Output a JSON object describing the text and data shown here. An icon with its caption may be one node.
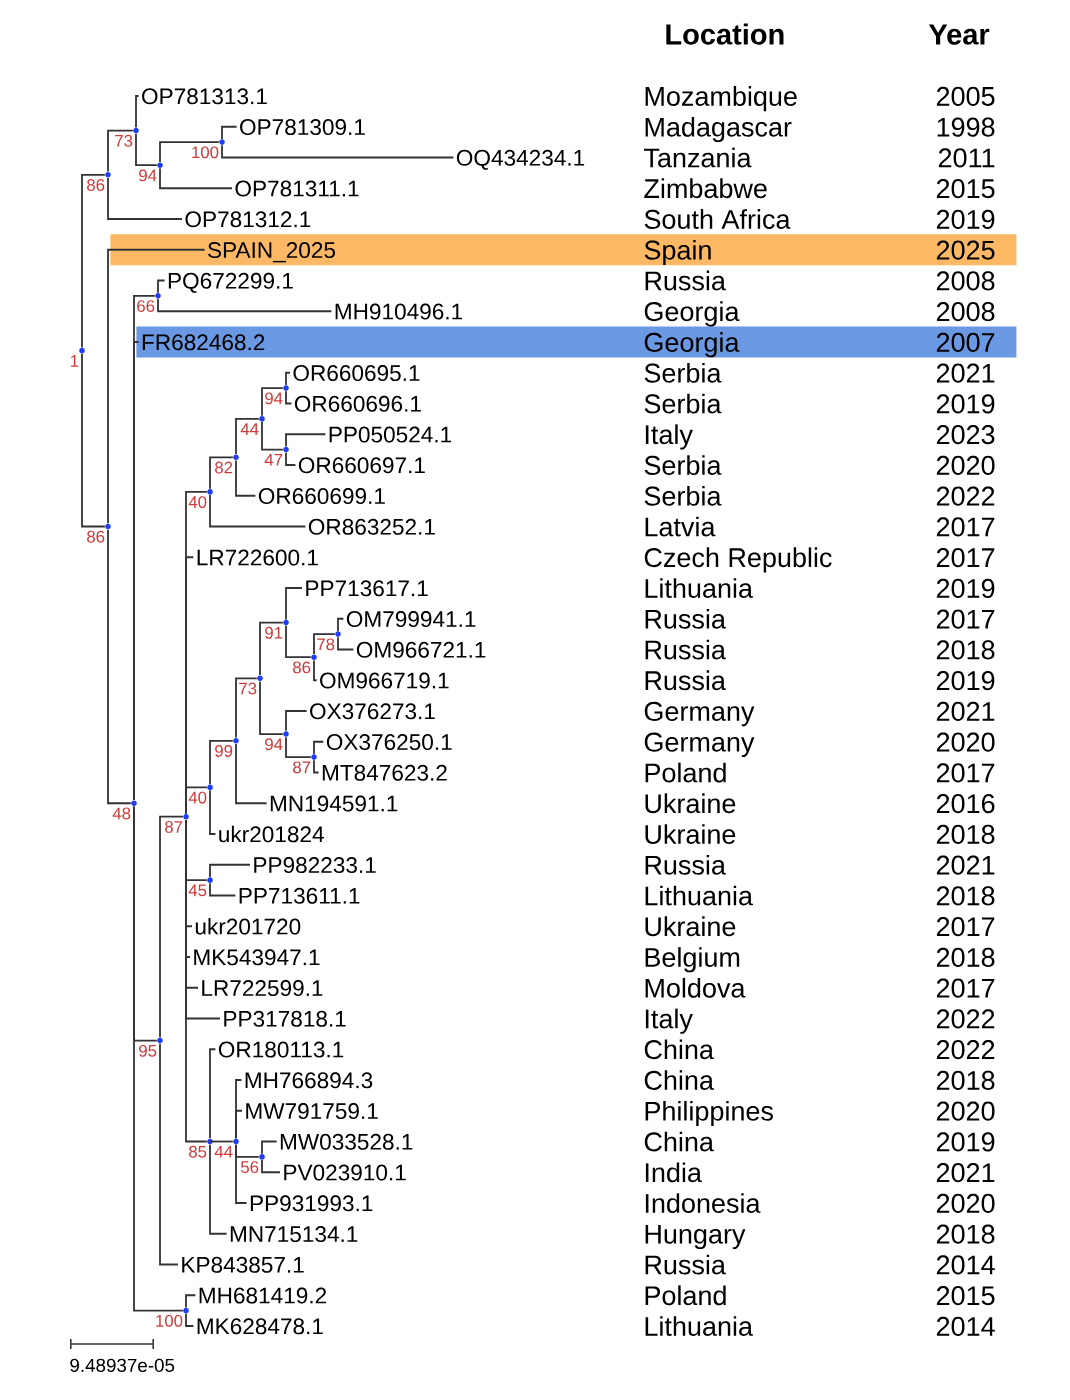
{
  "diagram": {
    "nodes": [
      {
        "text": [],
        "shape": "circle",
        "beside": [
          "1"
        ]
      },
      {
        "text": [],
        "shape": "circle",
        "beside": [
          "86"
        ]
      },
      {
        "text": [],
        "shape": "circle",
        "beside": [
          "73"
        ]
      },
      {
        "text": [
          "OP781313.1"
        ]
      },
      {
        "text": [],
        "shape": "circle",
        "beside": [
          "94"
        ]
      },
      {
        "text": [],
        "shape": "circle",
        "beside": [
          "100"
        ]
      },
      {
        "text": [
          "OP781309.1"
        ]
      },
      {
        "text": [
          "OQ434234.1"
        ]
      },
      {
        "text": [
          "OP781311.1"
        ]
      },
      {
        "text": [
          "OP781312.1"
        ]
      },
      {
        "text": [],
        "shape": "circle",
        "beside": [
          "86"
        ]
      },
      {
        "text": [],
        "shape": "band"
      },
      {
        "text": [
          "SPAIN_2025"
        ],
        "in": 11
      },
      {
        "text": [],
        "shape": "circle",
        "beside": [
          "48"
        ]
      },
      {
        "text": [],
        "shape": "circle",
        "beside": [
          "66"
        ]
      },
      {
        "text": [
          "PQ672299.1"
        ]
      },
      {
        "text": [
          "MH910496.1"
        ]
      },
      {
        "text": [],
        "shape": "band"
      },
      {
        "text": [
          "FR682468.2"
        ],
        "in": 17
      },
      {
        "text": [],
        "shape": "circle",
        "beside": [
          "95"
        ]
      },
      {
        "text": [],
        "shape": "circle",
        "beside": [
          "87"
        ]
      },
      {
        "text": [],
        "shape": "circle",
        "beside": [
          "40"
        ]
      },
      {
        "text": [],
        "shape": "circle",
        "beside": [
          "82"
        ]
      },
      {
        "text": [],
        "shape": "circle",
        "beside": [
          "44"
        ]
      },
      {
        "text": [],
        "shape": "circle",
        "beside": [
          "94"
        ]
      },
      {
        "text": [
          "OR660695.1"
        ]
      },
      {
        "text": [
          "OR660696.1"
        ]
      },
      {
        "text": [],
        "shape": "circle",
        "beside": [
          "47"
        ]
      },
      {
        "text": [
          "PP050524.1"
        ]
      },
      {
        "text": [
          "OR660697.1"
        ]
      },
      {
        "text": [
          "OR660699.1"
        ]
      },
      {
        "text": [
          "OR863252.1"
        ]
      },
      {
        "text": [
          "LR722600.1"
        ]
      },
      {
        "text": [],
        "shape": "circle",
        "beside": [
          "40"
        ]
      },
      {
        "text": [],
        "shape": "circle",
        "beside": [
          "99"
        ]
      },
      {
        "text": [],
        "shape": "circle",
        "beside": [
          "73"
        ]
      },
      {
        "text": [],
        "shape": "circle",
        "beside": [
          "91"
        ]
      },
      {
        "text": [
          "PP713617.1"
        ]
      },
      {
        "text": [],
        "shape": "circle",
        "beside": [
          "86"
        ]
      },
      {
        "text": [],
        "shape": "circle",
        "beside": [
          "78"
        ]
      },
      {
        "text": [
          "OM799941.1"
        ]
      },
      {
        "text": [
          "OM966721.1"
        ]
      },
      {
        "text": [
          "OM966719.1"
        ]
      },
      {
        "text": [],
        "shape": "circle",
        "beside": [
          "94"
        ]
      },
      {
        "text": [
          "OX376273.1"
        ]
      },
      {
        "text": [],
        "shape": "circle",
        "beside": [
          "87"
        ]
      },
      {
        "text": [
          "OX376250.1"
        ]
      },
      {
        "text": [
          "MT847623.2"
        ]
      },
      {
        "text": [
          "MN194591.1"
        ]
      },
      {
        "text": [
          "ukr201824"
        ]
      },
      {
        "text": [],
        "shape": "circle",
        "beside": [
          "45"
        ]
      },
      {
        "text": [
          "PP982233.1"
        ]
      },
      {
        "text": [
          "PP713611.1"
        ]
      },
      {
        "text": [
          "ukr201720"
        ]
      },
      {
        "text": [
          "MK543947.1"
        ]
      },
      {
        "text": [
          "LR722599.1"
        ]
      },
      {
        "text": [
          "PP317818.1"
        ]
      },
      {
        "text": [],
        "shape": "circle",
        "beside": [
          "85"
        ]
      },
      {
        "text": [
          "OR180113.1"
        ]
      },
      {
        "text": [],
        "shape": "circle",
        "beside": [
          "44"
        ]
      },
      {
        "text": [
          "MH766894.3"
        ]
      },
      {
        "text": [
          "MW791759.1"
        ]
      },
      {
        "text": [],
        "shape": "circle",
        "beside": [
          "56"
        ]
      },
      {
        "text": [
          "MW033528.1"
        ]
      },
      {
        "text": [
          "PV023910.1"
        ]
      },
      {
        "text": [
          "PP931993.1"
        ]
      },
      {
        "text": [
          "MN715134.1"
        ]
      },
      {
        "text": [
          "KP843857.1"
        ]
      },
      {
        "text": [],
        "shape": "circle",
        "beside": [
          "100"
        ]
      },
      {
        "text": [
          "MH681419.2"
        ]
      },
      {
        "text": [
          "MK628478.1"
        ]
      }
    ],
    "edges": [
      {
        "from": 0,
        "to": 1,
        "arrow": "none"
      },
      {
        "from": 1,
        "to": 2,
        "arrow": "none"
      },
      {
        "from": 2,
        "to": 3,
        "arrow": "none"
      },
      {
        "from": 2,
        "to": 4,
        "arrow": "none"
      },
      {
        "from": 4,
        "to": 5,
        "arrow": "none"
      },
      {
        "from": 5,
        "to": 6,
        "arrow": "none"
      },
      {
        "from": 5,
        "to": 7,
        "arrow": "none"
      },
      {
        "from": 4,
        "to": 8,
        "arrow": "none"
      },
      {
        "from": 1,
        "to": 9,
        "arrow": "none"
      },
      {
        "from": 0,
        "to": 10,
        "arrow": "none"
      },
      {
        "from": 10,
        "to": 12,
        "arrow": "none"
      },
      {
        "from": 10,
        "to": 13,
        "arrow": "none"
      },
      {
        "from": 13,
        "to": 14,
        "arrow": "none"
      },
      {
        "from": 14,
        "to": 15,
        "arrow": "none"
      },
      {
        "from": 14,
        "to": 16,
        "arrow": "none"
      },
      {
        "from": 13,
        "to": 18,
        "arrow": "none"
      },
      {
        "from": 13,
        "to": 19,
        "arrow": "none"
      },
      {
        "from": 19,
        "to": 20,
        "arrow": "none"
      },
      {
        "from": 20,
        "to": 21,
        "arrow": "none"
      },
      {
        "from": 21,
        "to": 22,
        "arrow": "none"
      },
      {
        "from": 22,
        "to": 23,
        "arrow": "none"
      },
      {
        "from": 23,
        "to": 24,
        "arrow": "none"
      },
      {
        "from": 24,
        "to": 25,
        "arrow": "none"
      },
      {
        "from": 24,
        "to": 26,
        "arrow": "none"
      },
      {
        "from": 23,
        "to": 27,
        "arrow": "none"
      },
      {
        "from": 27,
        "to": 28,
        "arrow": "none"
      },
      {
        "from": 27,
        "to": 29,
        "arrow": "none"
      },
      {
        "from": 22,
        "to": 30,
        "arrow": "none"
      },
      {
        "from": 21,
        "to": 31,
        "arrow": "none"
      },
      {
        "from": 20,
        "to": 32,
        "arrow": "none"
      },
      {
        "from": 20,
        "to": 33,
        "arrow": "none"
      },
      {
        "from": 33,
        "to": 34,
        "arrow": "none"
      },
      {
        "from": 34,
        "to": 35,
        "arrow": "none"
      },
      {
        "from": 35,
        "to": 36,
        "arrow": "none"
      },
      {
        "from": 36,
        "to": 37,
        "arrow": "none"
      },
      {
        "from": 36,
        "to": 38,
        "arrow": "none"
      },
      {
        "from": 38,
        "to": 39,
        "arrow": "none"
      },
      {
        "from": 39,
        "to": 40,
        "arrow": "none"
      },
      {
        "from": 39,
        "to": 41,
        "arrow": "none"
      },
      {
        "from": 38,
        "to": 42,
        "arrow": "none"
      },
      {
        "from": 35,
        "to": 43,
        "arrow": "none"
      },
      {
        "from": 43,
        "to": 44,
        "arrow": "none"
      },
      {
        "from": 43,
        "to": 45,
        "arrow": "none"
      },
      {
        "from": 45,
        "to": 46,
        "arrow": "none"
      },
      {
        "from": 45,
        "to": 47,
        "arrow": "none"
      },
      {
        "from": 34,
        "to": 48,
        "arrow": "none"
      },
      {
        "from": 33,
        "to": 49,
        "arrow": "none"
      },
      {
        "from": 20,
        "to": 50,
        "arrow": "none"
      },
      {
        "from": 50,
        "to": 51,
        "arrow": "none"
      },
      {
        "from": 50,
        "to": 52,
        "arrow": "none"
      },
      {
        "from": 20,
        "to": 53,
        "arrow": "none"
      },
      {
        "from": 20,
        "to": 54,
        "arrow": "none"
      },
      {
        "from": 20,
        "to": 55,
        "arrow": "none"
      },
      {
        "from": 20,
        "to": 56,
        "arrow": "none"
      },
      {
        "from": 20,
        "to": 57,
        "arrow": "none"
      },
      {
        "from": 57,
        "to": 58,
        "arrow": "none"
      },
      {
        "from": 57,
        "to": 59,
        "arrow": "none"
      },
      {
        "from": 59,
        "to": 60,
        "arrow": "none"
      },
      {
        "from": 59,
        "to": 61,
        "arrow": "none"
      },
      {
        "from": 59,
        "to": 62,
        "arrow": "none"
      },
      {
        "from": 62,
        "to": 63,
        "arrow": "none"
      },
      {
        "from": 62,
        "to": 64,
        "arrow": "none"
      },
      {
        "from": 59,
        "to": 65,
        "arrow": "none"
      },
      {
        "from": 57,
        "to": 66,
        "arrow": "none"
      },
      {
        "from": 19,
        "to": 67,
        "arrow": "none"
      },
      {
        "from": 13,
        "to": 68,
        "arrow": "none"
      },
      {
        "from": 68,
        "to": 69,
        "arrow": "none"
      },
      {
        "from": 68,
        "to": 70,
        "arrow": "none"
      }
    ],
    "labels": [
      "Location",
      "Year",
      "Mozambique",
      "2005",
      "Madagascar",
      "1998",
      "Tanzania",
      "2011",
      "Zimbabwe",
      "2015",
      "South Africa",
      "2019",
      "Spain",
      "2025",
      "Russia",
      "2008",
      "Georgia",
      "2008",
      "Georgia",
      "2007",
      "Serbia",
      "2021",
      "Serbia",
      "2019",
      "Italy",
      "2023",
      "Serbia",
      "2020",
      "Serbia",
      "2022",
      "Latvia",
      "2017",
      "Czech Republic",
      "2017",
      "Lithuania",
      "2019",
      "Russia",
      "2017",
      "Russia",
      "2018",
      "Russia",
      "2019",
      "Germany",
      "2021",
      "Germany",
      "2020",
      "Poland",
      "2017",
      "Ukraine",
      "2016",
      "Ukraine",
      "2018",
      "Russia",
      "2021",
      "Lithuania",
      "2018",
      "Ukraine",
      "2017",
      "Belgium",
      "2018",
      "Moldova",
      "2017",
      "Italy",
      "2022",
      "China",
      "2022",
      "China",
      "2018",
      "Philippines",
      "2020",
      "China",
      "2019",
      "India",
      "2021",
      "Indonesia",
      "2020",
      "Hungary",
      "2018",
      "Russia",
      "2014",
      "Poland",
      "2015",
      "Lithuania",
      "2014",
      "9.48937e-05"
    ]
  }
}
